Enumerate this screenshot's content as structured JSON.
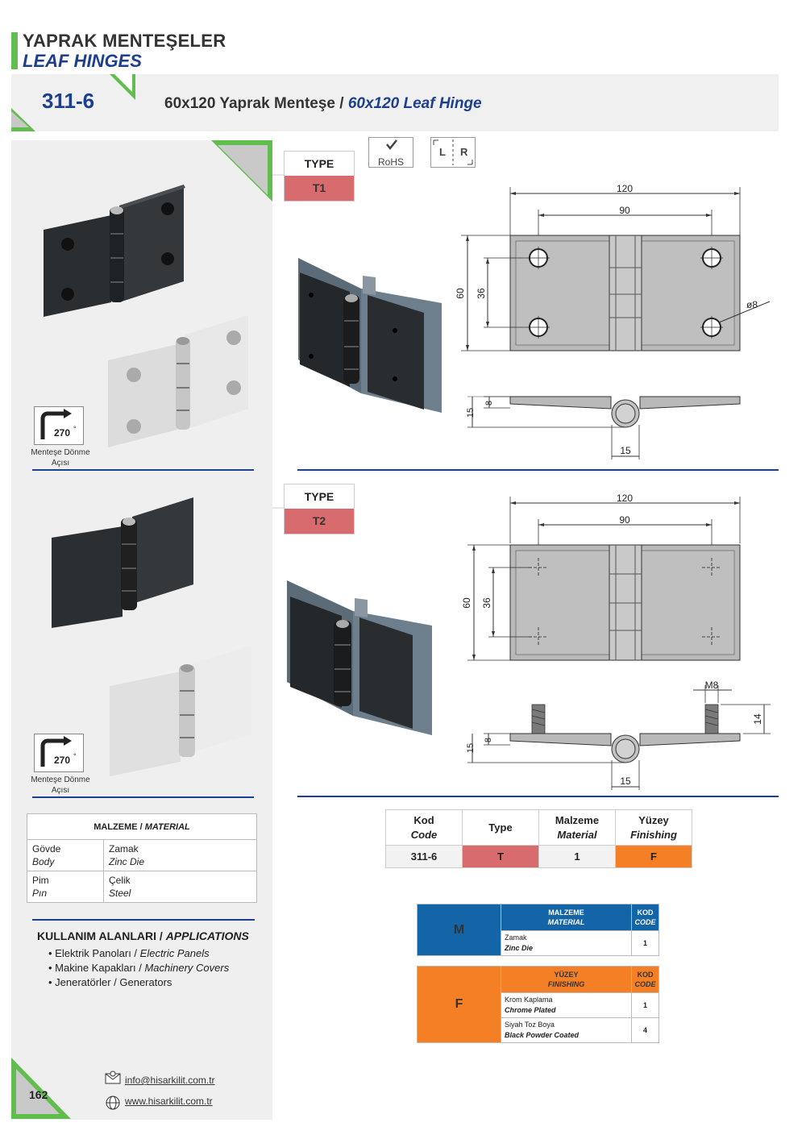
{
  "header": {
    "title_tr": "YAPRAK MENTEŞELER",
    "title_en": "LEAF HINGES"
  },
  "product": {
    "code": "311-6",
    "title_tr": "60x120 Yaprak Menteşe / ",
    "title_en": "60x120 Leaf Hinge"
  },
  "badges": {
    "rohs": "RoHS",
    "left": "L",
    "right": "R"
  },
  "rotation": {
    "angle": "270",
    "caption_1": "Menteşe Dönme",
    "caption_2": "Açısı"
  },
  "types": [
    {
      "label": "TYPE",
      "value": "T1"
    },
    {
      "label": "TYPE",
      "value": "T2"
    }
  ],
  "drawing_t1": {
    "w120": "120",
    "w90": "90",
    "h60": "60",
    "h36": "36",
    "hole": "ø8",
    "t8": "8",
    "t15": "15",
    "p15": "15"
  },
  "drawing_t2": {
    "w120": "120",
    "w90": "90",
    "h60": "60",
    "h36": "36",
    "m8": "M8",
    "s14": "14",
    "t8": "8",
    "t15": "15",
    "p15": "15"
  },
  "material": {
    "header_tr": "MALZEME / ",
    "header_en": "MATERIAL",
    "rows": [
      {
        "part_tr": "Gövde",
        "part_en": "Body",
        "mat_tr": "Zamak",
        "mat_en": "Zinc Die"
      },
      {
        "part_tr": "Pim",
        "part_en": "Pın",
        "mat_tr": "Çelik",
        "mat_en": "Steel"
      }
    ]
  },
  "applications": {
    "header_tr": "KULLANIM ALANLARI / ",
    "header_en": "APPLICATIONS",
    "items": [
      {
        "tr": "• Elektrik Panoları / ",
        "en": "Electric Panels"
      },
      {
        "tr": "• Makine Kapakları / ",
        "en": "Machinery Covers"
      },
      {
        "tr": "• Jeneratörler / Generators",
        "en": ""
      }
    ]
  },
  "code_table": {
    "headers": [
      {
        "tr": "Kod",
        "en": "Code"
      },
      {
        "tr": "Type",
        "en": ""
      },
      {
        "tr": "Malzeme",
        "en": "Material"
      },
      {
        "tr": "Yüzey",
        "en": "Finishing"
      }
    ],
    "values": [
      "311-6",
      "T",
      "1",
      "F"
    ]
  },
  "legend_m": {
    "letter": "M",
    "h_tr": "MALZEME",
    "h_en": "MATERIAL",
    "k_tr": "KOD",
    "k_en": "CODE",
    "rows": [
      {
        "tr": "Zamak",
        "en": "Zinc Die",
        "code": "1"
      }
    ]
  },
  "legend_f": {
    "letter": "F",
    "h_tr": "YÜZEY",
    "h_en": "FINISHING",
    "k_tr": "KOD",
    "k_en": "CODE",
    "rows": [
      {
        "tr": "Krom Kaplama",
        "en": "Chrome Plated",
        "code": "1"
      },
      {
        "tr": "Siyah Toz Boya",
        "en": "Black Powder Coated",
        "code": "4"
      }
    ]
  },
  "footer": {
    "page": "162",
    "email": "info@hisarkilit.com.tr",
    "web": "www.hisarkilit.com.tr"
  },
  "colors": {
    "brand_green": "#62bd4f",
    "navy": "#1d3f8f",
    "type_red": "#d86b6e",
    "finish_orange": "#f47f24",
    "material_blue": "#1464a8"
  }
}
